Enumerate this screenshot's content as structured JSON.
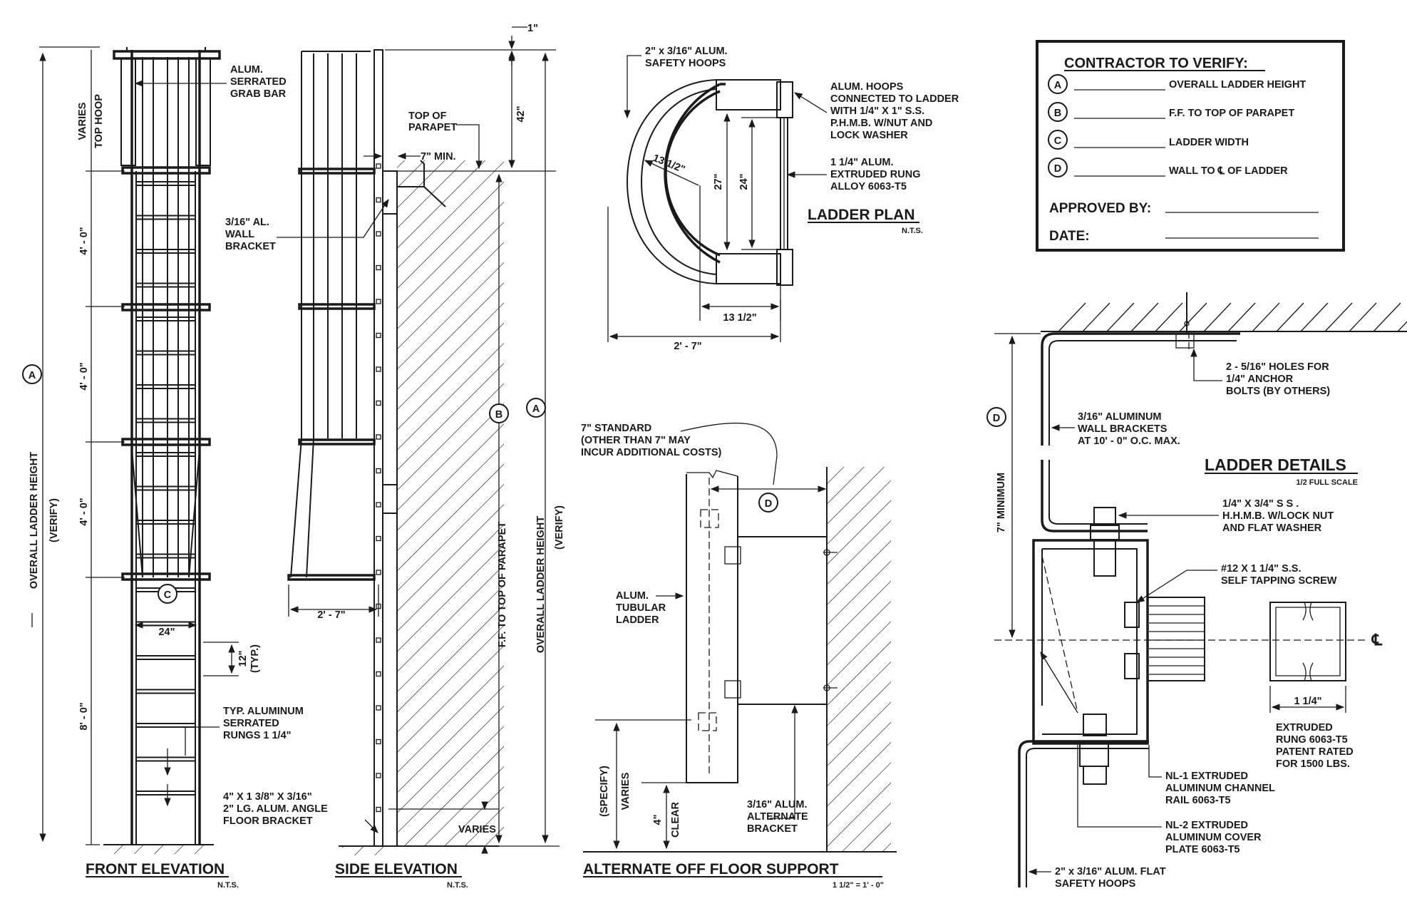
{
  "front": {
    "title": "FRONT ELEVATION",
    "nts": "N.T.S.",
    "grab_bar": [
      "ALUM.",
      "SERRATED",
      "GRAB BAR"
    ],
    "varies_top_hoop": [
      "VARIES",
      "TOP HOOP"
    ],
    "dim_4a": "4' - 0\"",
    "dim_4b": "4' - 0\"",
    "dim_4c": "4' - 0\"",
    "dim_8": "8' - 0\"",
    "overall": [
      "OVERALL LADDER HEIGHT",
      "(VERIFY)"
    ],
    "mark_a": "A",
    "mark_c": "C",
    "width_24": "24\"",
    "spacing": [
      "12\"",
      "(TYP.)"
    ],
    "rungs": [
      "TYP. ALUMINUM",
      "SERRATED",
      "RUNGS 1 1/4\""
    ],
    "floor_bracket": [
      "4\" X 1 3/8\" X 3/16\"",
      "2\" LG. ALUM. ANGLE",
      "FLOOR BRACKET"
    ]
  },
  "side": {
    "title": "SIDE ELEVATION",
    "nts": "N.T.S.",
    "top_dim": "1\"",
    "dim_42": "42\"",
    "top_of_parapet": [
      "TOP OF",
      "PARAPET"
    ],
    "min7": "7\" MIN.",
    "wall_bracket": [
      "3/16\" AL.",
      "WALL",
      "BRACKET"
    ],
    "dim_27": "2' - 7\"",
    "varies": "VARIES",
    "ff_label": "F.F. TO TOP OF PARAPET",
    "mark_b": "B",
    "mark_a": "A",
    "overall": [
      "OVERALL LADDER HEIGHT",
      "(VERIFY)"
    ]
  },
  "plan": {
    "title": "LADDER PLAN",
    "nts": "N.T.S.",
    "hoops": [
      "2\" x 3/16\" ALUM.",
      "SAFETY HOOPS"
    ],
    "conn": [
      "ALUM. HOOPS",
      "CONNECTED TO LADDER",
      "WITH 1/4\" X 1\" S.S.",
      "P.H.M.B. W/NUT AND",
      "LOCK WASHER"
    ],
    "rung": [
      "1 1/4\" ALUM.",
      "EXTRUDED RUNG",
      "ALLOY 6063-T5"
    ],
    "r": "13 1/2\"",
    "d27": "27\"",
    "d24": "24\"",
    "d135": "13 1/2\"",
    "d27w": "2' - 7\""
  },
  "alt": {
    "title": "ALTERNATE OFF FLOOR SUPPORT",
    "scale": "1 1/2\" = 1' - 0\"",
    "standard": [
      "7\" STANDARD",
      "(OTHER THAN 7\" MAY",
      "INCUR ADDITIONAL COSTS)"
    ],
    "mark_d": "D",
    "tubular": [
      "ALUM.",
      "TUBULAR",
      "LADDER"
    ],
    "bracket": [
      "3/16\" ALUM.",
      "ALTERNATE",
      "BRACKET"
    ],
    "specify": "(SPECIFY)",
    "varies": "VARIES",
    "clear4": "4\"",
    "clear": "CLEAR"
  },
  "verify": {
    "title": "CONTRACTOR TO VERIFY:",
    "items": [
      {
        "mark": "A",
        "label": "OVERALL LADDER HEIGHT"
      },
      {
        "mark": "B",
        "label": "F.F. TO TOP OF PARAPET"
      },
      {
        "mark": "C",
        "label": "LADDER WIDTH"
      },
      {
        "mark": "D",
        "label": "WALL TO ℄ OF LADDER"
      }
    ],
    "approved": "APPROVED BY:",
    "date": "DATE:"
  },
  "details": {
    "title": "LADDER DETAILS",
    "scale": "1/2 FULL SCALE",
    "holes": [
      "2 - 5/16\" HOLES FOR",
      "1/4\" ANCHOR",
      "BOLTS (BY OTHERS)"
    ],
    "wall_brackets": [
      "3/16\" ALUMINUM",
      "WALL BRACKETS",
      "AT 10' - 0\" O.C. MAX."
    ],
    "mark_d": "D",
    "min7": "7\" MINIMUM",
    "bolt": [
      "1/4\" X 3/4\" S S  .",
      "H.H.M.B. W/LOCK NUT",
      "AND FLAT WASHER"
    ],
    "screw": [
      "#12 X 1 1/4\" S.S.",
      "SELF TAPPING SCREW"
    ],
    "cl": "℄",
    "rung_w": "1 1/4\"",
    "extruded": [
      "EXTRUDED",
      "RUNG 6063-T5",
      "PATENT RATED",
      "FOR 1500 LBS."
    ],
    "nl1": [
      "NL-1 EXTRUDED",
      "ALUMINUM CHANNEL",
      "RAIL 6063-T5"
    ],
    "nl2": [
      "NL-2 EXTRUDED",
      "ALUMINUM COVER",
      "PLATE 6063-T5"
    ],
    "flat_hoops": [
      "2\" x 3/16\" ALUM. FLAT",
      "SAFETY HOOPS"
    ]
  }
}
